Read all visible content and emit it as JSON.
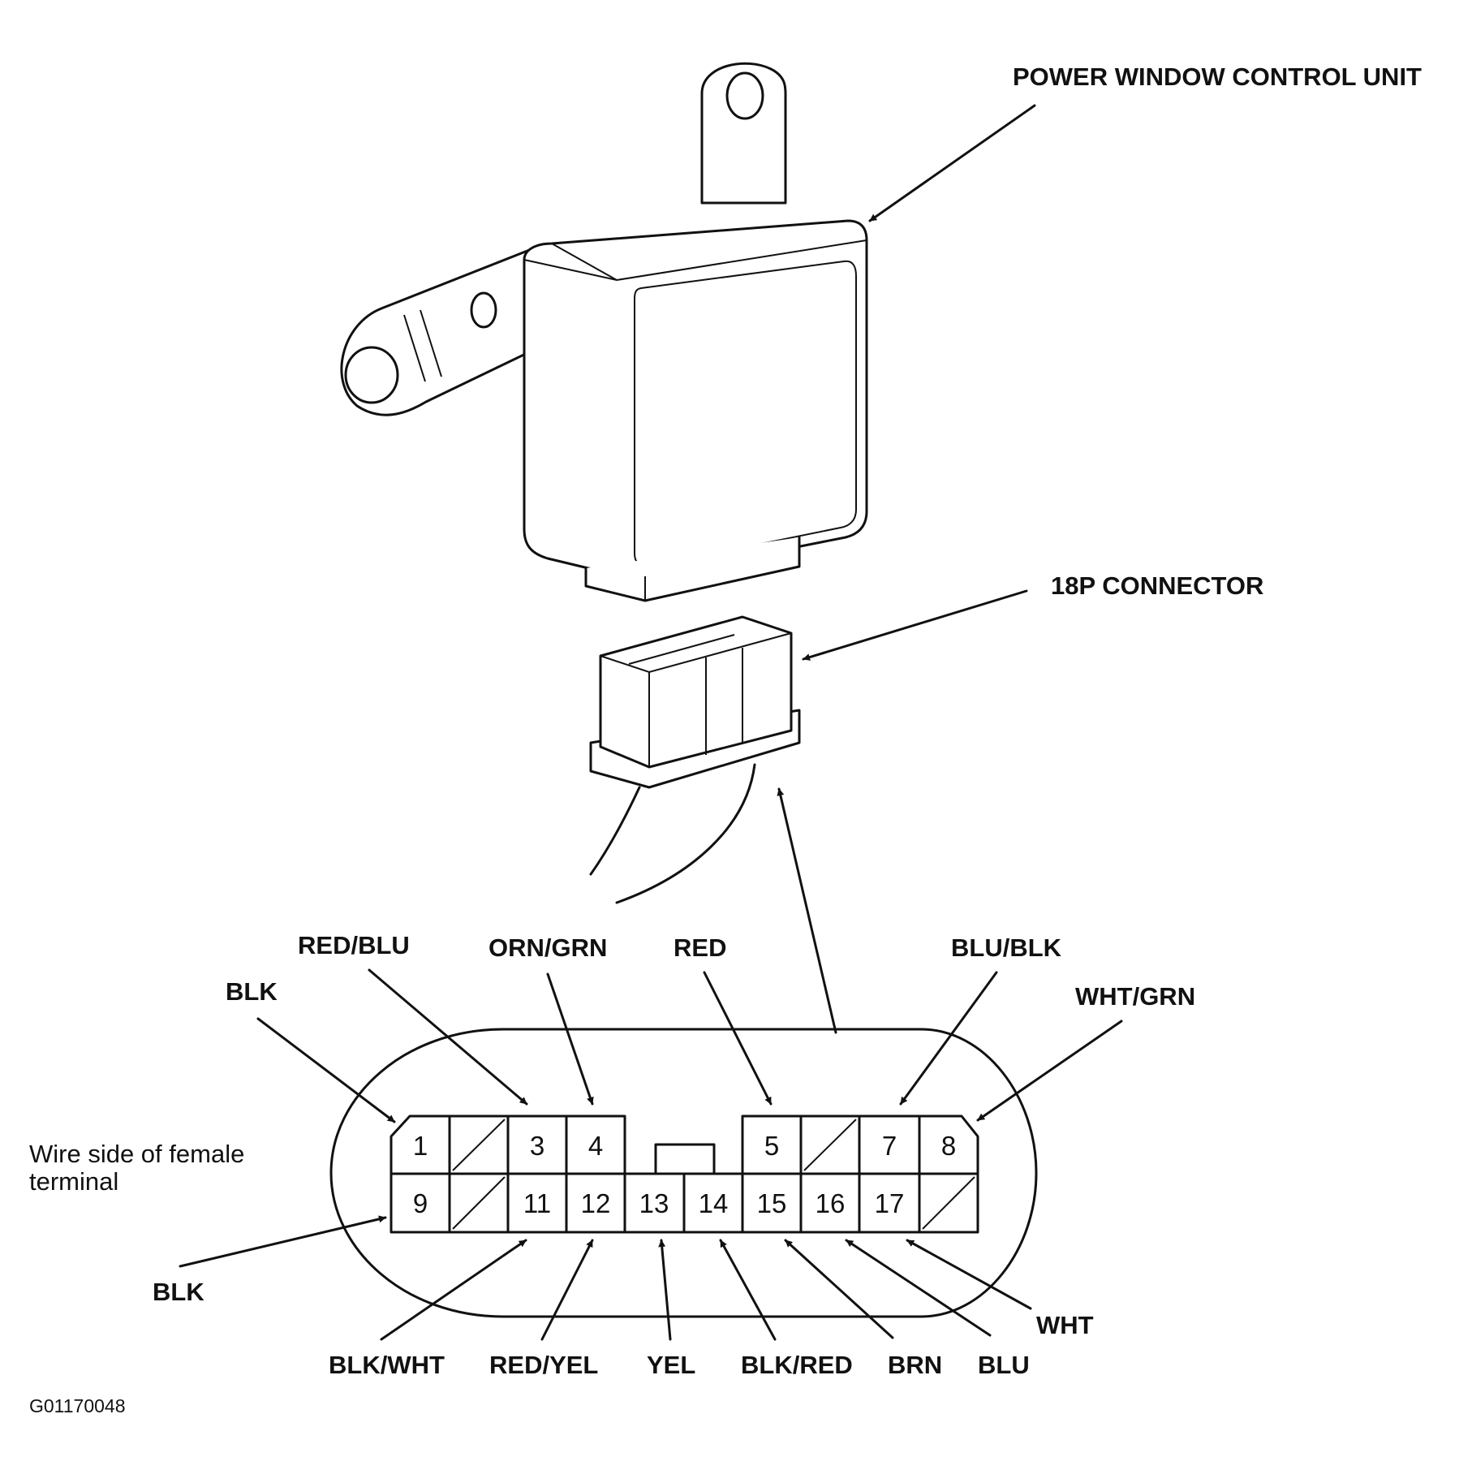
{
  "labels": {
    "control_unit": "POWER WINDOW CONTROL UNIT",
    "connector": "18P CONNECTOR",
    "view_line1": "Wire side of female",
    "view_line2": "terminal",
    "figure_code": "G01170048"
  },
  "pins": {
    "p1": "1",
    "p3": "3",
    "p4": "4",
    "p5": "5",
    "p7": "7",
    "p8": "8",
    "p9": "9",
    "p11": "11",
    "p12": "12",
    "p13": "13",
    "p14": "14",
    "p15": "15",
    "p16": "16",
    "p17": "17"
  },
  "wires": {
    "w1": "BLK",
    "w3": "RED/BLU",
    "w4": "ORN/GRN",
    "w5": "RED",
    "w7": "BLU/BLK",
    "w8": "WHT/GRN",
    "w9": "BLK",
    "w11": "BLK/WHT",
    "w12": "RED/YEL",
    "w13": "YEL",
    "w14": "BLK/RED",
    "w15": "BRN",
    "w16": "BLU",
    "w17": "WHT"
  }
}
